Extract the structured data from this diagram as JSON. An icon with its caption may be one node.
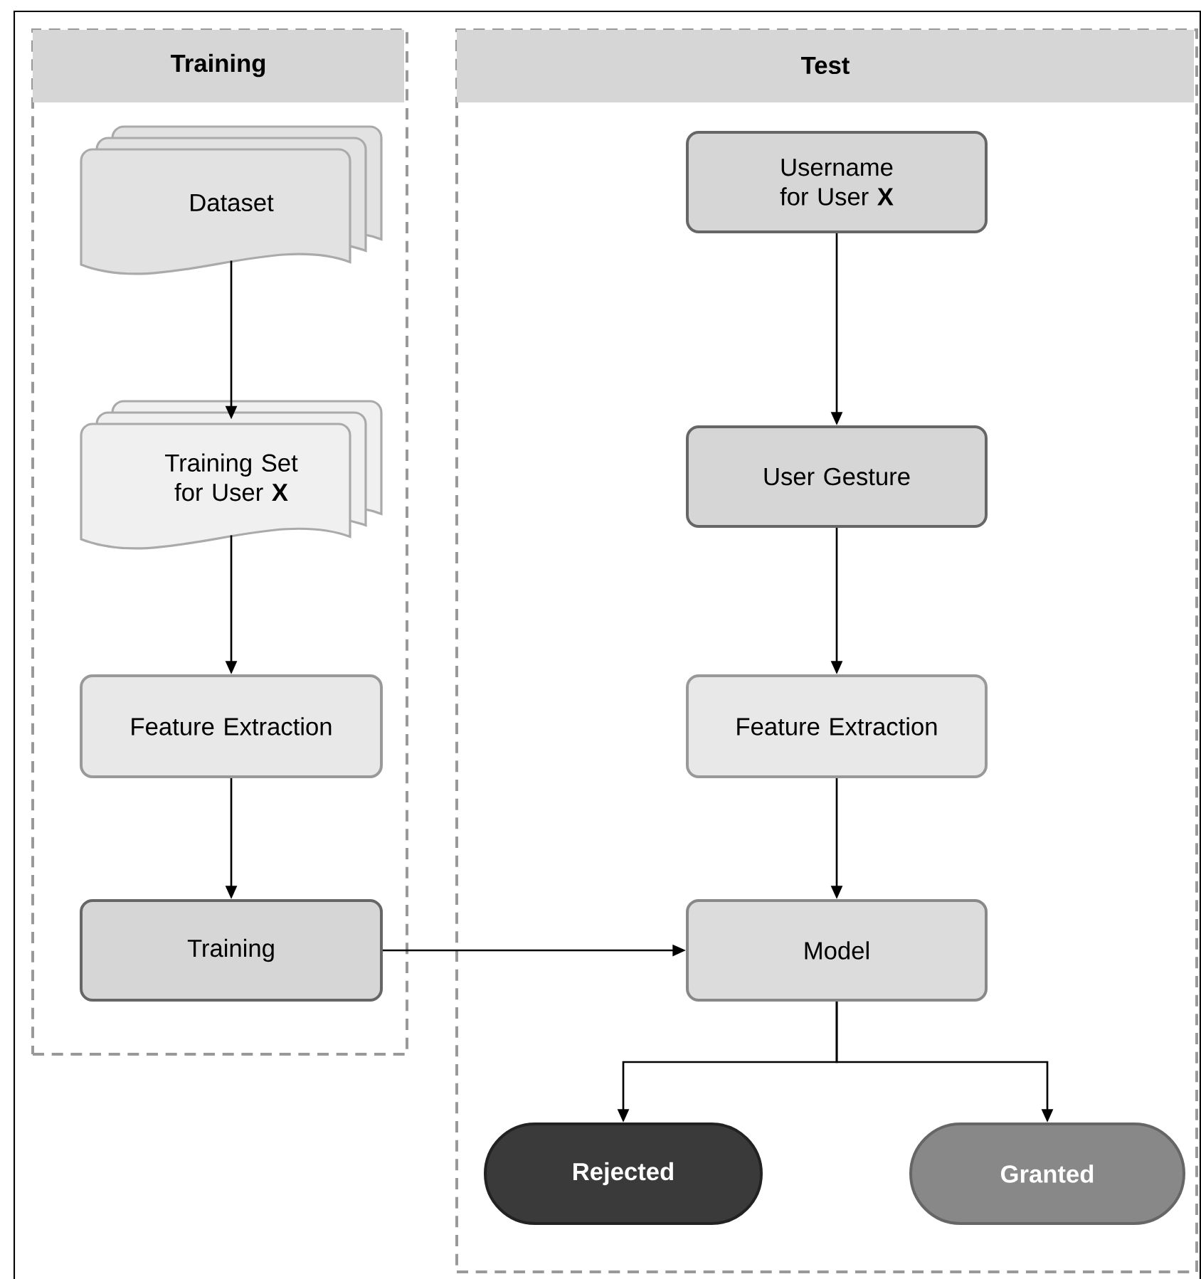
{
  "diagram": {
    "nodes": [
      {
        "text": [
          "Training"
        ]
      },
      {
        "text": [
          "Test"
        ]
      },
      {
        "text": [
          "Dataset"
        ],
        "in": 0
      },
      {
        "text": [
          "Training Set for User **X**"
        ],
        "in": 0
      },
      {
        "text": [
          "Feature Extraction"
        ],
        "in": 0
      },
      {
        "text": [
          "Training"
        ],
        "in": 0
      },
      {
        "text": [
          "Username for User **X**"
        ],
        "in": 1
      },
      {
        "text": [
          "User Gesture"
        ],
        "in": 1
      },
      {
        "text": [
          "Feature Extraction"
        ],
        "in": 1
      },
      {
        "text": [
          "Model"
        ],
        "in": 1
      },
      {
        "text": [
          "Rejected"
        ],
        "in": 1
      },
      {
        "text": [
          "Granted"
        ],
        "in": 1
      }
    ],
    "edges": [
      {
        "from": 2,
        "to": 3,
        "arrow": "to"
      },
      {
        "from": 3,
        "to": 4,
        "arrow": "to"
      },
      {
        "from": 4,
        "to": 5,
        "arrow": "to"
      },
      {
        "from": 6,
        "to": 7,
        "arrow": "to"
      },
      {
        "from": 7,
        "to": 8,
        "arrow": "to"
      },
      {
        "from": 8,
        "to": 9,
        "arrow": "to"
      },
      {
        "from": 5,
        "to": 9,
        "arrow": "to"
      },
      {
        "from": 9,
        "to": 10,
        "arrow": "to"
      },
      {
        "from": 9,
        "to": 11,
        "arrow": "to"
      }
    ]
  }
}
